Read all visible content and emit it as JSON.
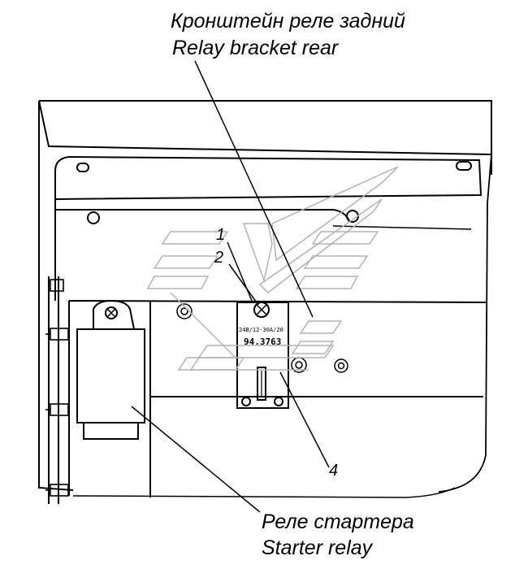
{
  "labels": {
    "bracket_ru": "Кронштейн реле задний",
    "bracket_en": "Relay  bracket rear",
    "starter_ru": "Реле стартера",
    "starter_en": "Starter relay"
  },
  "callouts": {
    "c1": "1",
    "c2": "2",
    "c4": "4"
  },
  "relay_plate": {
    "line1": "24В/12-30А/20",
    "line2": "94.3763"
  }
}
